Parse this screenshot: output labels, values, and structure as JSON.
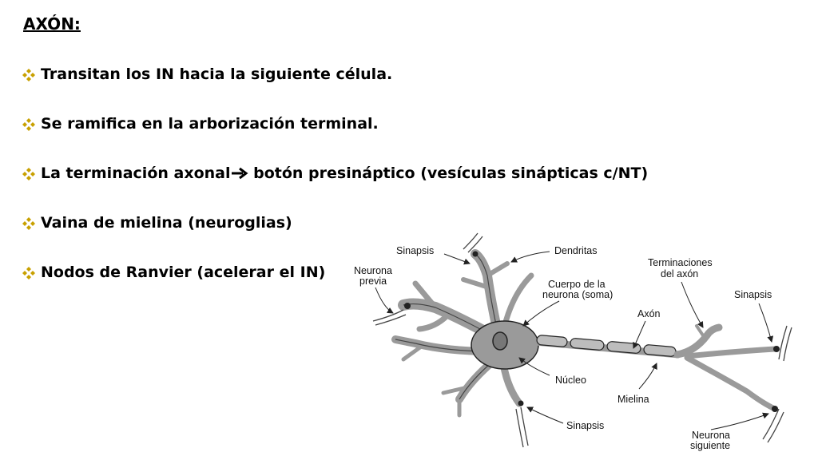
{
  "slide": {
    "title": "AXÓN:",
    "bullets": [
      {
        "text": "Transitan los IN hacia la siguiente célula."
      },
      {
        "text": "Se ramifica en la arborización terminal."
      },
      {
        "text": "La terminación axonal",
        "arrow_icon": "arrow-right-icon",
        "after": " botón presináptico (vesículas sinápticas c/NT)"
      },
      {
        "text": "Vaina de mielina (neuroglias)"
      },
      {
        "text": "Nodos de Ranvier (acelerar el IN)"
      }
    ],
    "bullet_icon": "diamond-bullet-icon",
    "bullet_color": "#c8a000"
  },
  "diagram": {
    "labels": {
      "sinapsis_top": "Sinapsis",
      "dendritas": "Dendritas",
      "neurona_previa_1": "Neurona",
      "neurona_previa_2": "previa",
      "cuerpo_1": "Cuerpo de la",
      "cuerpo_2": "neurona (soma)",
      "terminaciones_1": "Terminaciones",
      "terminaciones_2": "del axón",
      "sinapsis_right": "Sinapsis",
      "axon": "Axón",
      "nucleo": "Núcleo",
      "mielina": "Mielina",
      "sinapsis_bottom": "Sinapsis",
      "neurona_siguiente_1": "Neurona",
      "neurona_siguiente_2": "siguiente"
    }
  }
}
